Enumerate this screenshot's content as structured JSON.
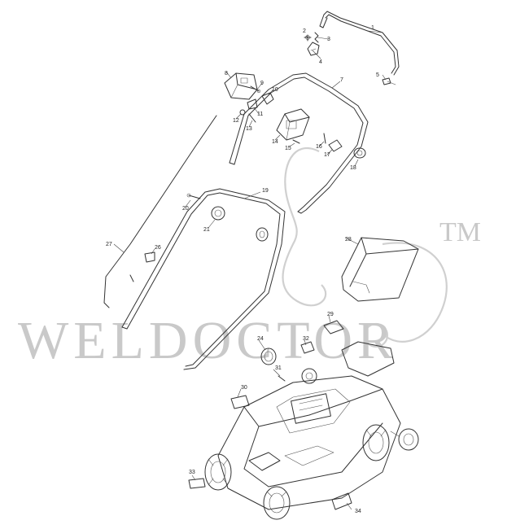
{
  "watermark": {
    "text": "WELDOCTOR",
    "tm": "TM"
  },
  "part_numbers": [
    "1",
    "2",
    "3",
    "4",
    "5",
    "7",
    "8",
    "9",
    "10",
    "11",
    "12",
    "13",
    "14",
    "15",
    "16",
    "17",
    "18",
    "19",
    "20",
    "21",
    "24",
    "26",
    "27",
    "28",
    "29",
    "30",
    "31",
    "32",
    "33",
    "34"
  ],
  "colors": {
    "ink": "#333333",
    "watermark": "#c9c9c9",
    "background": "#ffffff"
  }
}
